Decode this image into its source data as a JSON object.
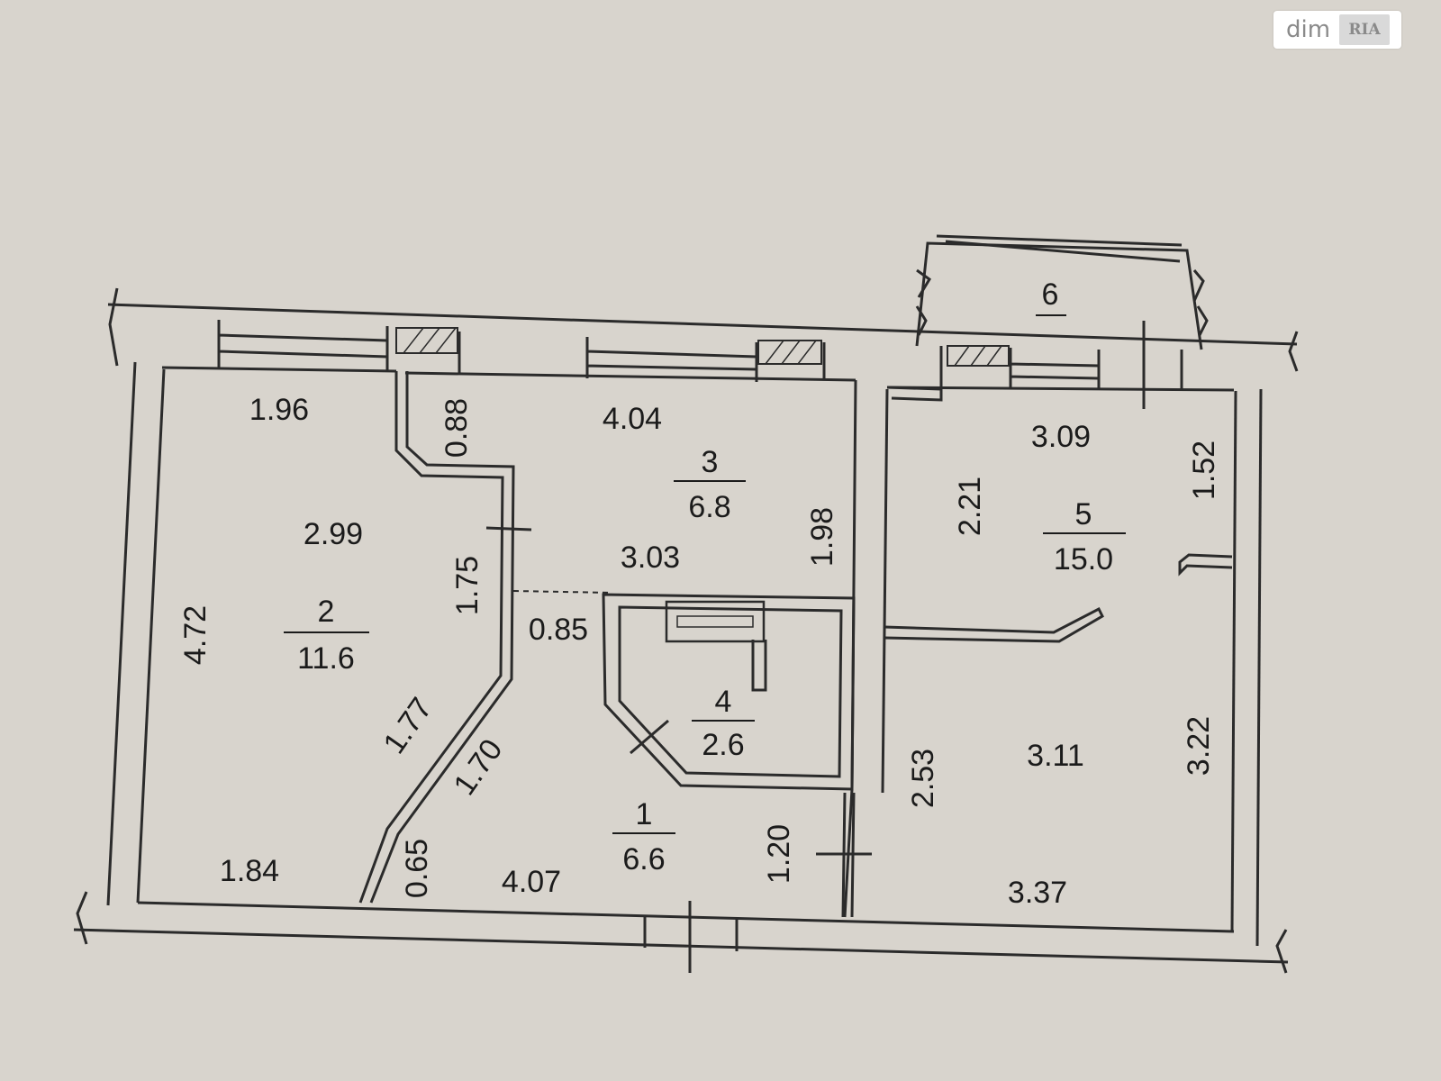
{
  "watermark": {
    "text": "dim",
    "badge": "RIA"
  },
  "rooms": [
    {
      "number": "1",
      "area": "6.6"
    },
    {
      "number": "2",
      "area": "11.6"
    },
    {
      "number": "3",
      "area": "6.8"
    },
    {
      "number": "4",
      "area": "2.6"
    },
    {
      "number": "5",
      "area": "15.0"
    },
    {
      "number": "6",
      "area": ""
    }
  ],
  "dimensions": {
    "d196": "1.96",
    "d088": "0.88",
    "d404": "4.04",
    "d309": "3.09",
    "d152": "1.52",
    "d299": "2.99",
    "d175": "1.75",
    "d303": "3.03",
    "d198": "1.98",
    "d221": "2.21",
    "d472": "4.72",
    "d085": "0.85",
    "d177": "1.77",
    "d170": "1.70",
    "d253": "2.53",
    "d311": "3.11",
    "d322": "3.22",
    "d065": "0.65",
    "d184": "1.84",
    "d407": "4.07",
    "d120": "1.20",
    "d337": "3.37"
  }
}
